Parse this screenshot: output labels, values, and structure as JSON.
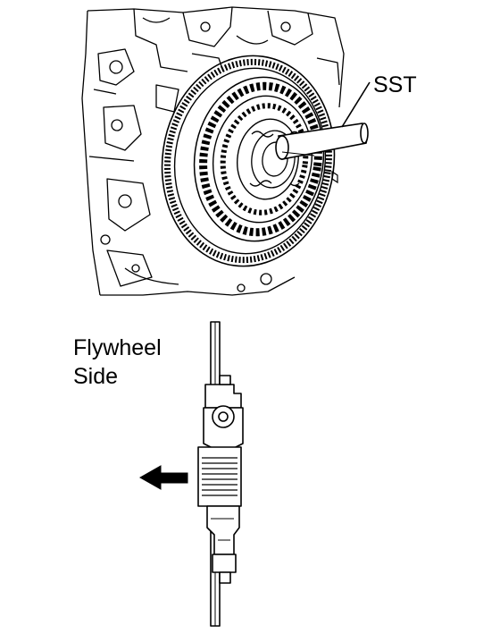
{
  "labels": {
    "tool": "SST",
    "side_line1": "Flywheel",
    "side_line2": "Side"
  },
  "colors": {
    "line": "#000000",
    "background": "#ffffff"
  },
  "icons": {
    "direction_arrow": "left-arrow-icon"
  }
}
